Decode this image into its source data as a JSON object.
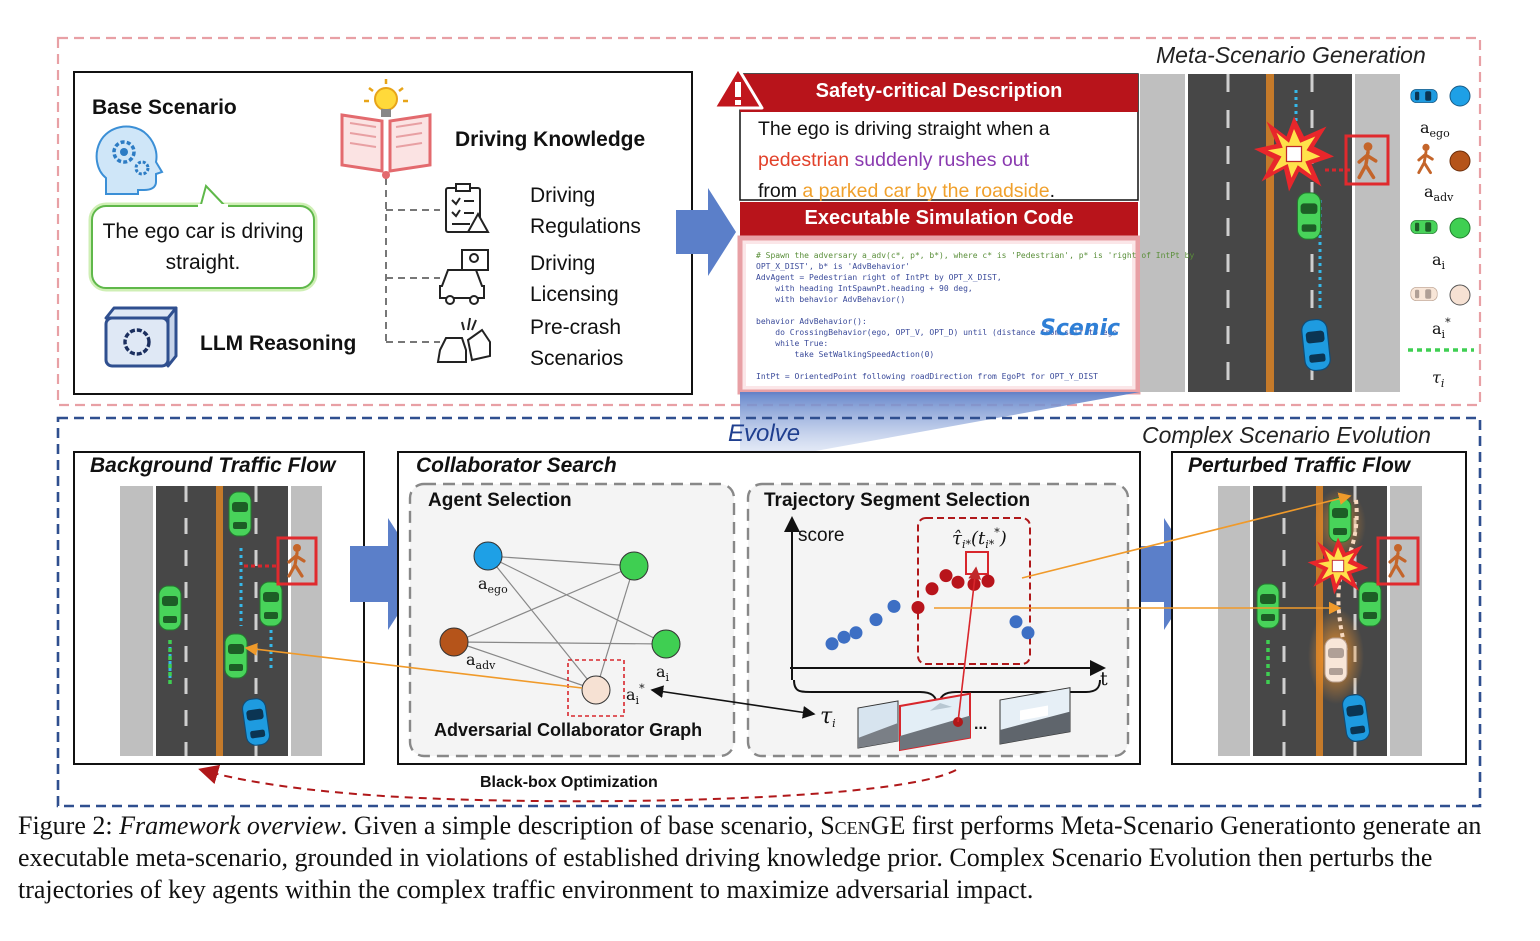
{
  "meta": {
    "title": "Meta-Scenario Generation",
    "base": {
      "title": "Base Scenario",
      "bubble": "The ego car is driving straight.",
      "llm": "LLM Reasoning"
    },
    "knowledge": {
      "title": "Driving Knowledge",
      "items": [
        "Driving Regulations",
        "Driving Licensing",
        "Pre-crash Scenarios"
      ]
    },
    "safety": {
      "title": "Safety-critical Description",
      "text_pre": "The ego is driving straight when a",
      "pedestrian": "pedestrian",
      "rush": "suddenly rushes out",
      "from": "from",
      "parked": "a parked car by the roadside",
      "period": "."
    },
    "code": {
      "title": "Executable Simulation Code",
      "lines": [
        "# Spawn the adversary a_adv(c*, p*, b*), where c* is 'Pedestrian', p* is 'right of IntPt by",
        "OPT_X_DIST', b* is 'AdvBehavior'",
        "AdvAgent = Pedestrian right of IntPt by OPT_X_DIST,",
        "    with heading IntSpawnPt.heading + 90 deg,",
        "    with behavior AdvBehavior()",
        "",
        "behavior AdvBehavior():",
        "    do CrossingBehavior(ego, OPT_V, OPT_D) until (distance from self to ego",
        "    while True:",
        "        take SetWalkingSpeedAction(0)",
        "",
        "IntPt = OrientedPoint following roadDirection from EgoPt for OPT_Y_DIST"
      ],
      "logo": "Scenic"
    },
    "legend": [
      {
        "key": "ego",
        "label": "a",
        "sub": "ego",
        "color": "#1ea0e6"
      },
      {
        "key": "adv",
        "label": "a",
        "sub": "adv",
        "color": "#b5541a"
      },
      {
        "key": "i",
        "label": "a",
        "sub": "i",
        "color": "#3fcf52"
      },
      {
        "key": "istar",
        "label": "a",
        "sub": "i",
        "sup": "*",
        "color": "#f6e1d3"
      },
      {
        "key": "tau",
        "label": "τ",
        "sub": "i",
        "color": "#3fcf52"
      }
    ]
  },
  "evolve": "Evolve",
  "complex": {
    "title": "Complex Scenario Evolution",
    "background": "Background Traffic Flow",
    "collab": "Collaborator Search",
    "agent_sel": "Agent Selection",
    "graph_title": "Adversarial Collaborator Graph",
    "graph_labels": {
      "ego": "ego",
      "adv": "adv",
      "i": "i",
      "istar": "*"
    },
    "traj": "Trajectory Segment Selection",
    "score": "score",
    "t": "t",
    "tau": "τ",
    "tau_sub": "i",
    "hat_label": "τ̂",
    "hat_sub": "i*",
    "hat_arg": "(t",
    "hat_arg_sub": "i*",
    "hat_arg_sup": "*",
    "hat_close": ")",
    "dots": "...",
    "perturbed": "Perturbed Traffic Flow",
    "blackbox": "Black-box Optimization"
  },
  "chart_data": {
    "type": "scatter",
    "xlabel": "t",
    "ylabel": "score",
    "series": [
      {
        "values": [
          {
            "x": 1.0,
            "y": 1.1
          },
          {
            "x": 1.3,
            "y": 1.4
          },
          {
            "x": 1.6,
            "y": 1.6
          },
          {
            "x": 2.1,
            "y": 2.2
          },
          {
            "x": 2.55,
            "y": 2.8
          },
          {
            "x": 5.6,
            "y": 2.1
          },
          {
            "x": 5.9,
            "y": 1.6
          }
        ]
      },
      {
        "values": [
          {
            "x": 3.15,
            "y": 2.75
          },
          {
            "x": 3.5,
            "y": 3.6
          },
          {
            "x": 3.85,
            "y": 4.2
          },
          {
            "x": 4.15,
            "y": 3.9
          },
          {
            "x": 4.55,
            "y": 3.8
          },
          {
            "x": 4.9,
            "y": 3.95
          }
        ]
      }
    ]
  },
  "caption": {
    "label": "Figure 2:",
    "emph": "Framework overview",
    "pre": ". Given a simple description of base scenario,",
    "name": "ScenGE",
    "post": "first performs Meta-Scenario Generationto generate an executable meta-scenario, grounded in violations of established driving knowledge prior. Complex Scenario Evolution then perturbs the trajectories of key agents within the complex traffic environment to maximize adversarial impact."
  }
}
